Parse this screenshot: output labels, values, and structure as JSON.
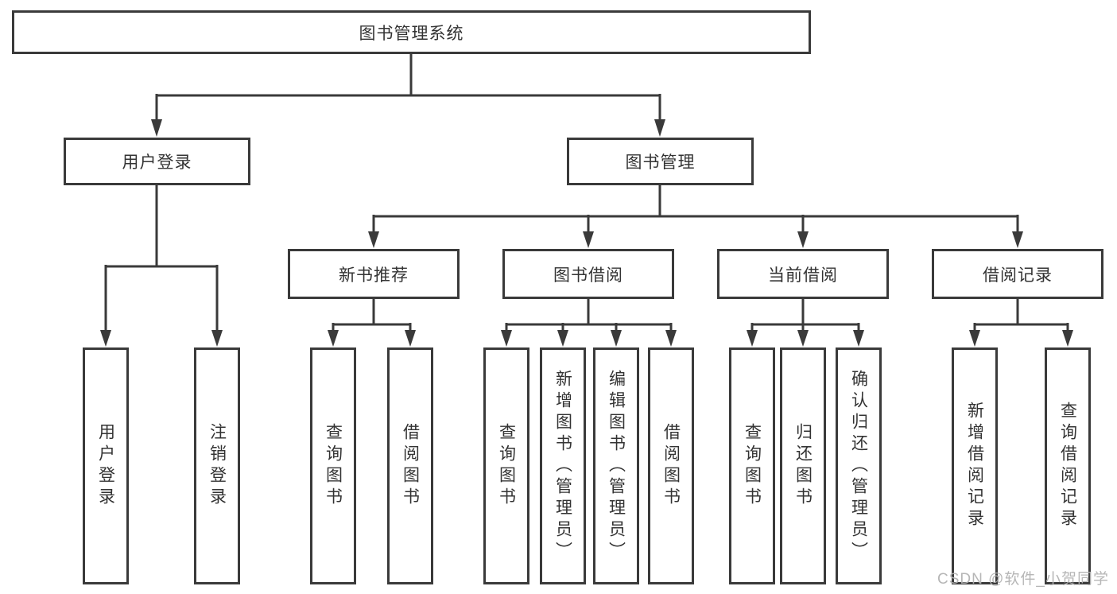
{
  "diagram": {
    "root": {
      "label": "图书管理系统"
    },
    "branches": [
      {
        "label": "用户登录",
        "children": [
          {
            "label": "用户登录"
          },
          {
            "label": "注销登录"
          }
        ]
      },
      {
        "label": "图书管理",
        "sections": [
          {
            "label": "新书推荐",
            "children": [
              {
                "label": "查询图书"
              },
              {
                "label": "借阅图书"
              }
            ]
          },
          {
            "label": "图书借阅",
            "children": [
              {
                "label": "查询图书"
              },
              {
                "label": "新增图书（管理员）"
              },
              {
                "label": "编辑图书（管理员）"
              },
              {
                "label": "借阅图书"
              }
            ]
          },
          {
            "label": "当前借阅",
            "children": [
              {
                "label": "查询图书"
              },
              {
                "label": "归还图书"
              },
              {
                "label": "确认归还（管理员）"
              }
            ]
          },
          {
            "label": "借阅记录",
            "children": [
              {
                "label": "新增借阅记录"
              },
              {
                "label": "查询借阅记录"
              }
            ]
          }
        ]
      }
    ]
  },
  "watermark": {
    "text": "CSDN @软件_小贺同学"
  },
  "colors": {
    "line": "#3a3a3a",
    "text": "#333333",
    "watermark": "#b2b2b2",
    "background": "#ffffff"
  }
}
